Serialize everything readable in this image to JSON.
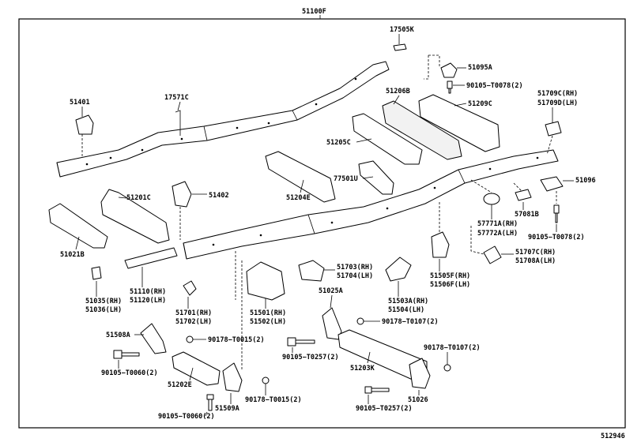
{
  "diagram": {
    "title": "51100F",
    "catalog_number": "512946",
    "labels": {
      "l17505K": "17505K",
      "l51095A": "51095A",
      "l90105_T0078_top": "90105−T0078(2)",
      "l51401": "51401",
      "l17571C": "17571C",
      "l51206B": "51206B",
      "l51209C": "51209C",
      "l51709C": "51709C(RH)",
      "l51709D": "51709D(LH)",
      "l51205C": "51205C",
      "l77501U": "77501U",
      "l51096": "51096",
      "l51201C": "51201C",
      "l51402": "51402",
      "l51204E": "51204E",
      "l57081B": "57081B",
      "l57771A": "57771A(RH)",
      "l57772A": "57772A(LH)",
      "l90105_T0078_right": "90105−T0078(2)",
      "l51021B": "51021B",
      "l51707C": "51707C(RH)",
      "l51708A": "51708A(LH)",
      "l51703": "51703(RH)",
      "l51704": "51704(LH)",
      "l51505F": "51505F(RH)",
      "l51506F": "51506F(LH)",
      "l51110": "51110(RH)",
      "l51120": "51120(LH)",
      "l51035": "51035(RH)",
      "l51036": "51036(LH)",
      "l51701": "51701(RH)",
      "l51702": "51702(LH)",
      "l51501": "51501(RH)",
      "l51502": "51502(LH)",
      "l51025A": "51025A",
      "l51503A": "51503A(RH)",
      "l51504": "51504(LH)",
      "l90178_T0107_a": "90178−T0107(2)",
      "l51508A": "51508A",
      "l90178_T0015_a": "90178−T0015(2)",
      "l90105_T0257_a": "90105−T0257(2)",
      "l90178_T0107_b": "90178−T0107(2)",
      "l90105_T0060_a": "90105−T0060(2)",
      "l51203K": "51203K",
      "l51202E": "51202E",
      "l90178_T0015_b": "90178−T0015(2)",
      "l51026": "51026",
      "l51509A": "51509A",
      "l90105_T0060_b": "90105−T0060(2)",
      "l90105_T0257_b": "90105−T0257(2)"
    }
  }
}
